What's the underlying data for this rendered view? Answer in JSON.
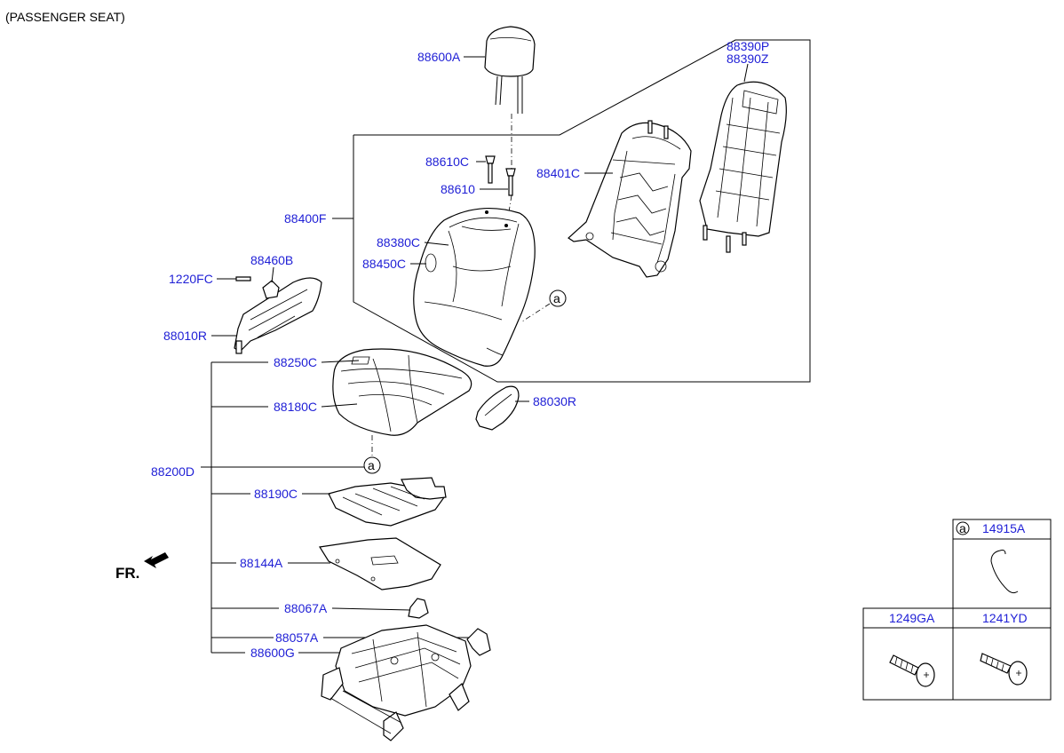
{
  "title": "(PASSENGER SEAT)",
  "direction_label": "FR.",
  "circle_ref": "a",
  "labels": {
    "p88600A": "88600A",
    "p88390P": "88390P",
    "p88390Z": "88390Z",
    "p88610C": "88610C",
    "p88610": "88610",
    "p88401C": "88401C",
    "p88400F": "88400F",
    "p88380C": "88380C",
    "p88450C": "88450C",
    "p88460B": "88460B",
    "p1220FC": "1220FC",
    "p88010R": "88010R",
    "p88250C": "88250C",
    "p88180C": "88180C",
    "p88030R": "88030R",
    "p88200D": "88200D",
    "p88190C": "88190C",
    "p88144A": "88144A",
    "p88067A": "88067A",
    "p88057A": "88057A",
    "p88600G": "88600G"
  },
  "fastener_table": {
    "top": {
      "ref": "a",
      "part": "14915A"
    },
    "left": {
      "part": "1249GA"
    },
    "right": {
      "part": "1241YD"
    }
  }
}
